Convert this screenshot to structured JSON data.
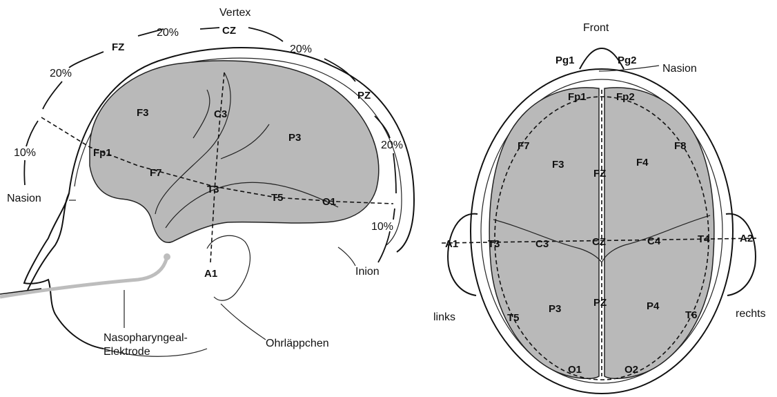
{
  "side_view": {
    "labels": {
      "vertex": "Vertex",
      "cz": "CZ",
      "fz": "FZ",
      "pz": "PZ",
      "nasion": "Nasion",
      "inion": "Inion",
      "f3": "F3",
      "c3": "C3",
      "p3": "P3",
      "fp1": "Fp1",
      "f7": "F7",
      "t3": "T3",
      "t5": "T5",
      "o1": "O1",
      "a1": "A1",
      "electrode": [
        "Nasopharyngeal-",
        "Elektrode"
      ],
      "earlobe": "Ohrläppchen"
    },
    "percentages": {
      "fz_cz": "20%",
      "cz_pz": "20%",
      "front_fz": "20%",
      "nasion_fp": "10%",
      "pz_o": "20%",
      "o_inion": "10%"
    }
  },
  "top_view": {
    "labels": {
      "front": "Front",
      "pg1": "Pg1",
      "pg2": "Pg2",
      "nasion": "Nasion",
      "fp1": "Fp1",
      "fp2": "Fp2",
      "f7": "F7",
      "f8": "F8",
      "f3": "F3",
      "fz": "FZ",
      "f4": "F4",
      "a1": "A1",
      "t3": "T3",
      "c3": "C3",
      "cz": "CZ",
      "c4": "C4",
      "t4": "T4",
      "a2": "A2",
      "t5": "T5",
      "p3": "P3",
      "pz": "PZ",
      "p4": "P4",
      "t6": "T6",
      "o1": "O1",
      "o2": "O2",
      "left": "links",
      "right": "rechts"
    }
  },
  "colors": {
    "brain_fill": "#b9b9b9",
    "line": "#111111"
  }
}
